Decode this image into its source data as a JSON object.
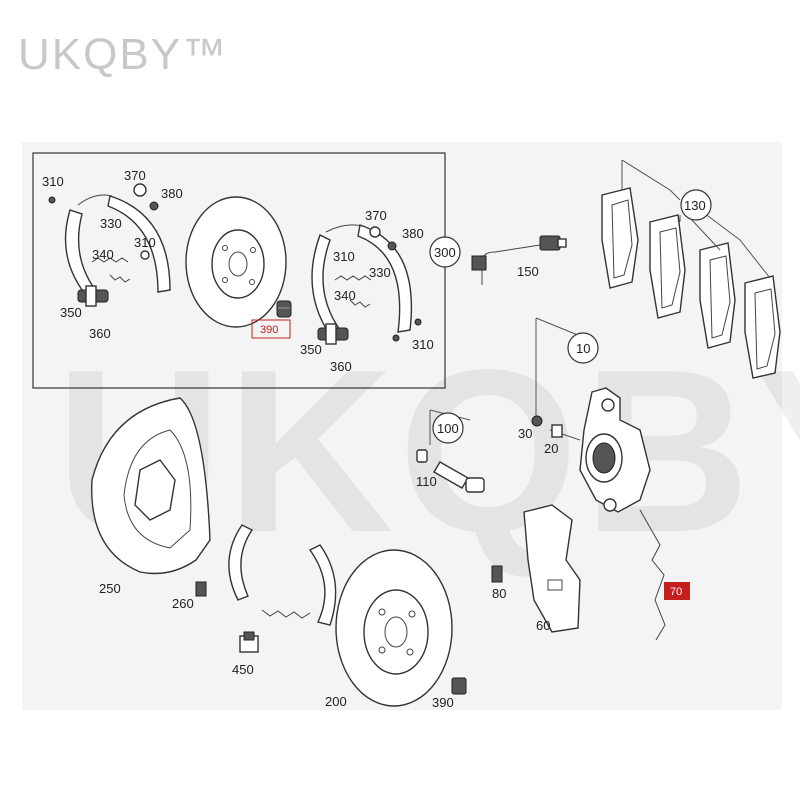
{
  "brand": "UKQBY™",
  "labels": {
    "l310a": "310",
    "l370a": "370",
    "l380a": "380",
    "l330a": "330",
    "l310b": "310",
    "l340a": "340",
    "l350a": "350",
    "l360a": "360",
    "l390a": "390",
    "l370b": "370",
    "l380b": "380",
    "l310c": "310",
    "l330b": "330",
    "l340b": "340",
    "l350b": "350",
    "l360b": "360",
    "l310d": "310",
    "l300": "300",
    "l150": "150",
    "l130": "130",
    "l10": "10",
    "l30": "30",
    "l20": "20",
    "l100": "100",
    "l110": "110",
    "l250": "250",
    "l260": "260",
    "l450": "450",
    "l200": "200",
    "l390b": "390",
    "l80": "80",
    "l60": "60",
    "l70": "70"
  },
  "colors": {
    "highlight_red": "#c41e1e",
    "callout_fill": "#c41e1e"
  }
}
